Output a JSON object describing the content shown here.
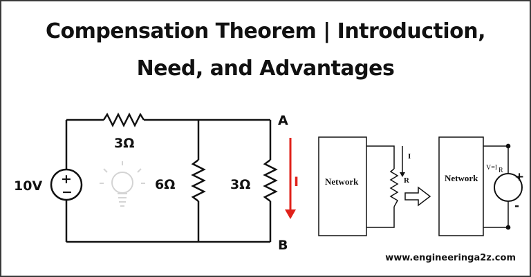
{
  "title": {
    "line1": "Compensation Theorem | Introduction,",
    "line2": "Need, and Advantages"
  },
  "circuit": {
    "source_label": "10V",
    "r_series_label": "3Ω",
    "r_middle_label": "6Ω",
    "r_right_label": "3Ω",
    "node_a": "A",
    "node_b": "B",
    "current_label": "I",
    "source_plus": "+",
    "source_minus": "−",
    "current_arrow_color": "#e0211a"
  },
  "network_diagram": {
    "left_block_label": "Network",
    "current_label": "I",
    "resistor_label": "R",
    "right_block_label": "Network",
    "voltage_label": "V=I",
    "voltage_label_sub": "R",
    "plus": "+",
    "minus": "-"
  },
  "footer": {
    "website": "www.engineeringa2z.com"
  }
}
